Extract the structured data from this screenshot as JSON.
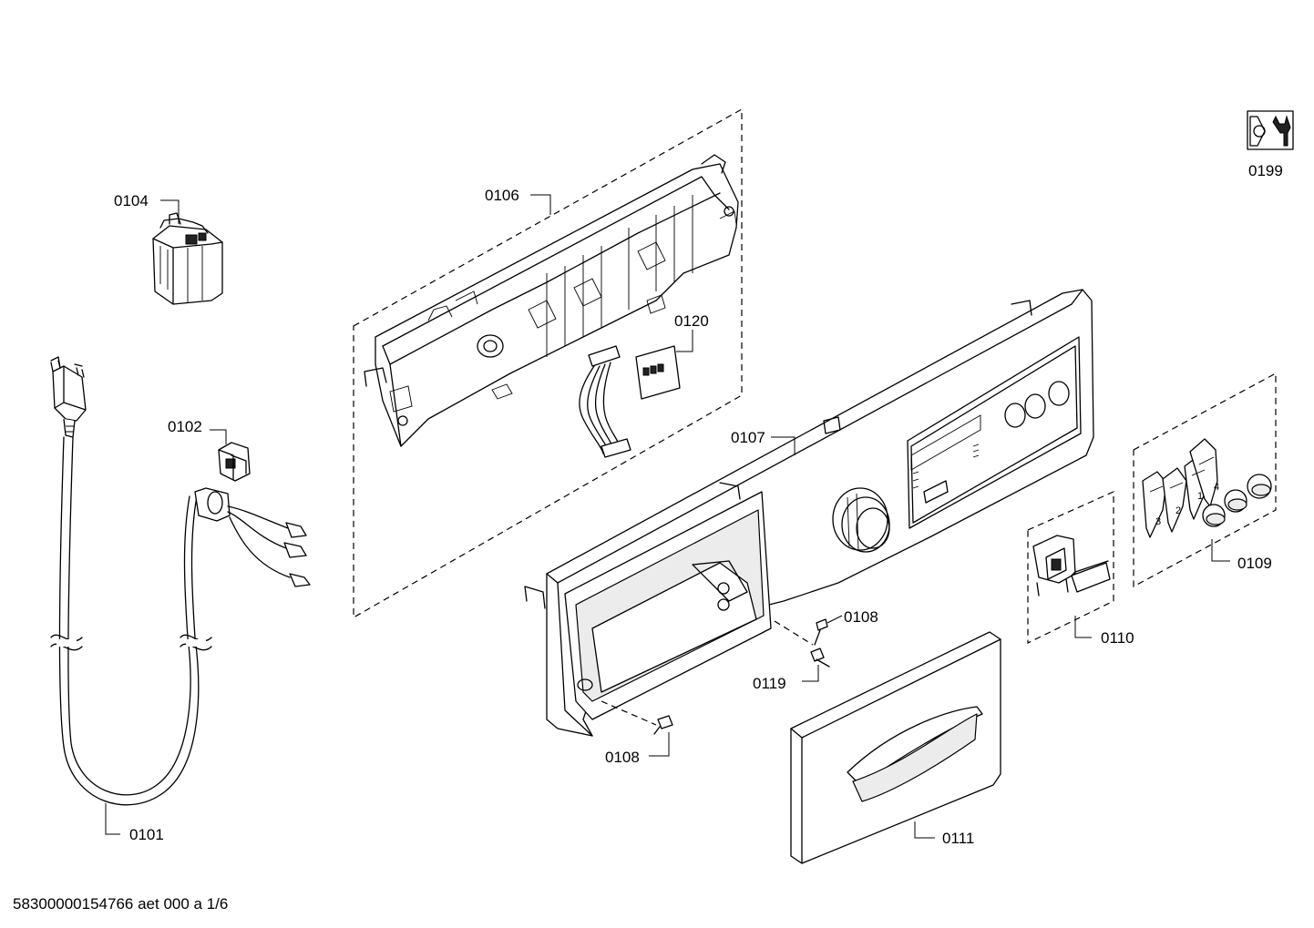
{
  "diagram": {
    "doc_id": "58300000154766 aet 000 a 1/6",
    "parts": [
      {
        "id": "0101"
      },
      {
        "id": "0102"
      },
      {
        "id": "0104"
      },
      {
        "id": "0106"
      },
      {
        "id": "0107"
      },
      {
        "id": "0108"
      },
      {
        "id": "0108"
      },
      {
        "id": "0109"
      },
      {
        "id": "0110"
      },
      {
        "id": "0111"
      },
      {
        "id": "0119"
      },
      {
        "id": "0120"
      },
      {
        "id": "0199"
      }
    ],
    "knob_digits": [
      "3",
      "2",
      "1",
      "4"
    ]
  }
}
